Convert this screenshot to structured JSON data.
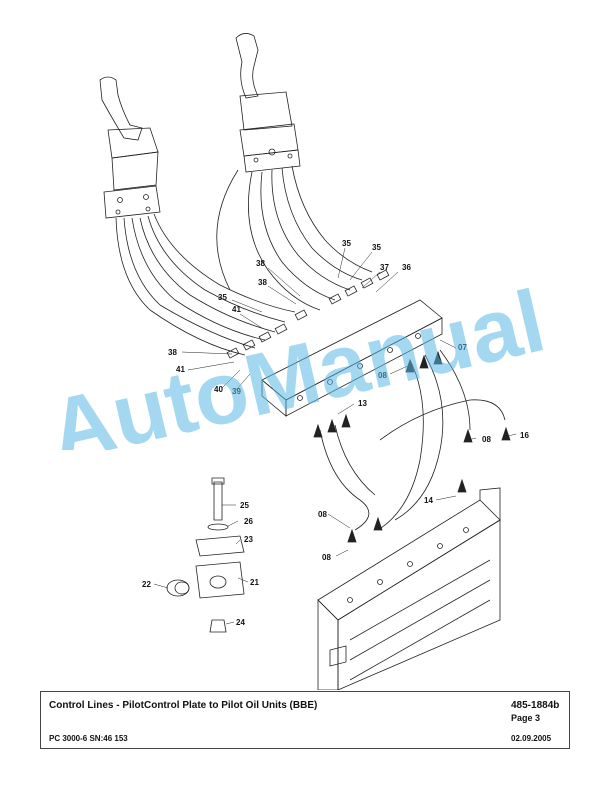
{
  "diagram": {
    "callouts": [
      "35",
      "35",
      "37",
      "36",
      "38",
      "38",
      "35",
      "41",
      "07",
      "38",
      "41",
      "08",
      "40",
      "39",
      "13",
      "08",
      "16",
      "25",
      "26",
      "14",
      "23",
      "08",
      "08",
      "22",
      "21",
      "24"
    ]
  },
  "watermark": {
    "text": "AutoManual"
  },
  "title_block": {
    "title": "Control Lines - PilotControl Plate to Pilot Oil Units (BBE)",
    "doc_number": "485-1884b",
    "page": "Page 3",
    "model": "PC 3000-6 SN:46 153",
    "date": "02.09.2005"
  }
}
